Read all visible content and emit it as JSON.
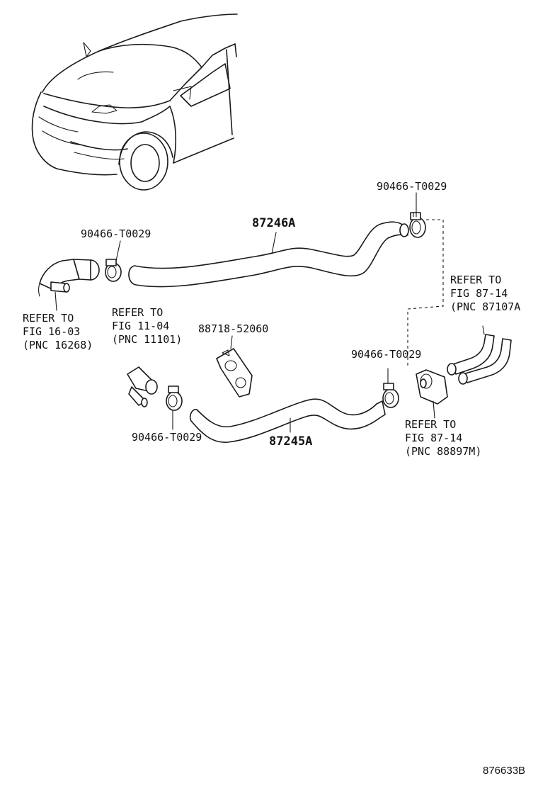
{
  "labels": {
    "clamp_top_right": "90466-T0029",
    "clamp_left": "90466-T0029",
    "hose_upper": "87246A",
    "refer_16_03": [
      "REFER TO",
      "FIG 16-03",
      "(PNC 16268)"
    ],
    "refer_11_04": [
      "REFER TO",
      "FIG 11-04",
      "(PNC 11101)"
    ],
    "bracket": "88718-52060",
    "refer_87_14_upper": [
      "REFER TO",
      "FIG 87-14",
      "(PNC 87107A"
    ],
    "clamp_right_lower": "90466-T0029",
    "clamp_bottom_left": "90466-T0029",
    "hose_lower": "87245A",
    "refer_87_14_lower": [
      "REFER TO",
      "FIG 87-14",
      "(PNC 88897M)"
    ],
    "doc_code": "876633B"
  }
}
